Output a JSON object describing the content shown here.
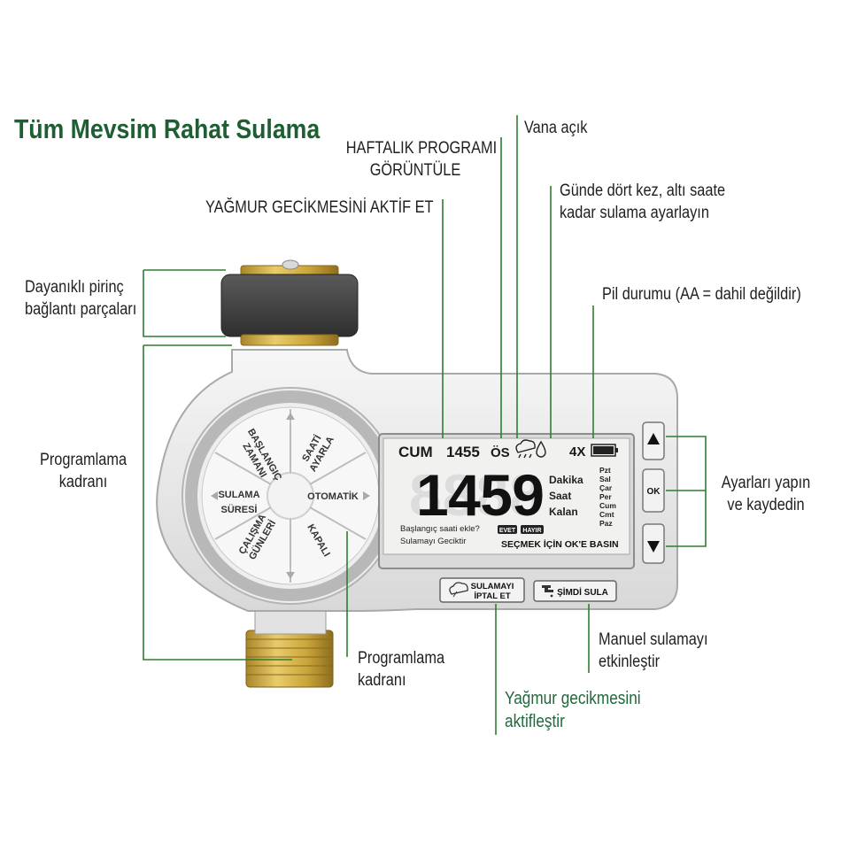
{
  "title": "Tüm Mevsim Rahat Sulama",
  "colors": {
    "title_green": "#1d5e32",
    "line_green": "#2e7d32",
    "brass": "#c9a53a",
    "body": "#e9e9e9"
  },
  "annotations": {
    "valve_open": "Vana açık",
    "weekly_program_1": "HAFTALIK PROGRAMI",
    "weekly_program_2": "GÖRÜNTÜLE",
    "four_times_1": "Günde dört kez, altı saate",
    "four_times_2": "kadar sulama ayarlayın",
    "rain_delay_activate": "YAĞMUR GECİKMESİNİ AKTİF ET",
    "brass_fittings_1": "Dayanıklı pirinç",
    "brass_fittings_2": "bağlantı parçaları",
    "battery_1": "Pil durumu (AA = dahil değildir)",
    "prog_dial_left_1": "Programlama",
    "prog_dial_left_2": "kadranı",
    "adjust_save_1": "Ayarları yapın",
    "adjust_save_2": "ve kaydedin",
    "manual_1": "Manuel sulamayı",
    "manual_2": "etkinleştir",
    "prog_dial_bottom_1": "Programlama",
    "prog_dial_bottom_2": "kadranı",
    "rain_delay_green_1": "Yağmur gecikmesini",
    "rain_delay_green_2": "aktifleştir"
  },
  "dial": {
    "start_time_1": "BAŞLANGIÇ",
    "start_time_2": "ZAMANI",
    "set_clock_1": "SAATİ",
    "set_clock_2": "AYARLA",
    "duration_1": "SULAMA",
    "duration_2": "SÜRESİ",
    "auto": "OTOMATİK",
    "work_days_1": "ÇALIŞMA",
    "work_days_2": "GÜNLERİ",
    "off": "KAPALI"
  },
  "lcd": {
    "day": "CUM",
    "time_small": "1455",
    "pm": "ÖS",
    "multiplier": "4X",
    "big_digits": "1459",
    "unit_minute": "Dakika",
    "unit_hour": "Saat",
    "unit_remaining": "Kalan",
    "days": [
      "Pzt",
      "Sal",
      "Çar",
      "Per",
      "Cum",
      "Cmt",
      "Paz"
    ],
    "add_start_time": "Başlangıç saati ekle?",
    "delay_watering": "Sulamayı Geciktir",
    "yes": "EVET",
    "no": "HAYIR",
    "press_ok": "SEÇMEK İÇİN OK'E BASIN"
  },
  "buttons": {
    "ok": "OK",
    "cancel_1": "SULAMAYI",
    "cancel_2": "İPTAL ET",
    "water_now": "ŞİMDİ SULA"
  }
}
